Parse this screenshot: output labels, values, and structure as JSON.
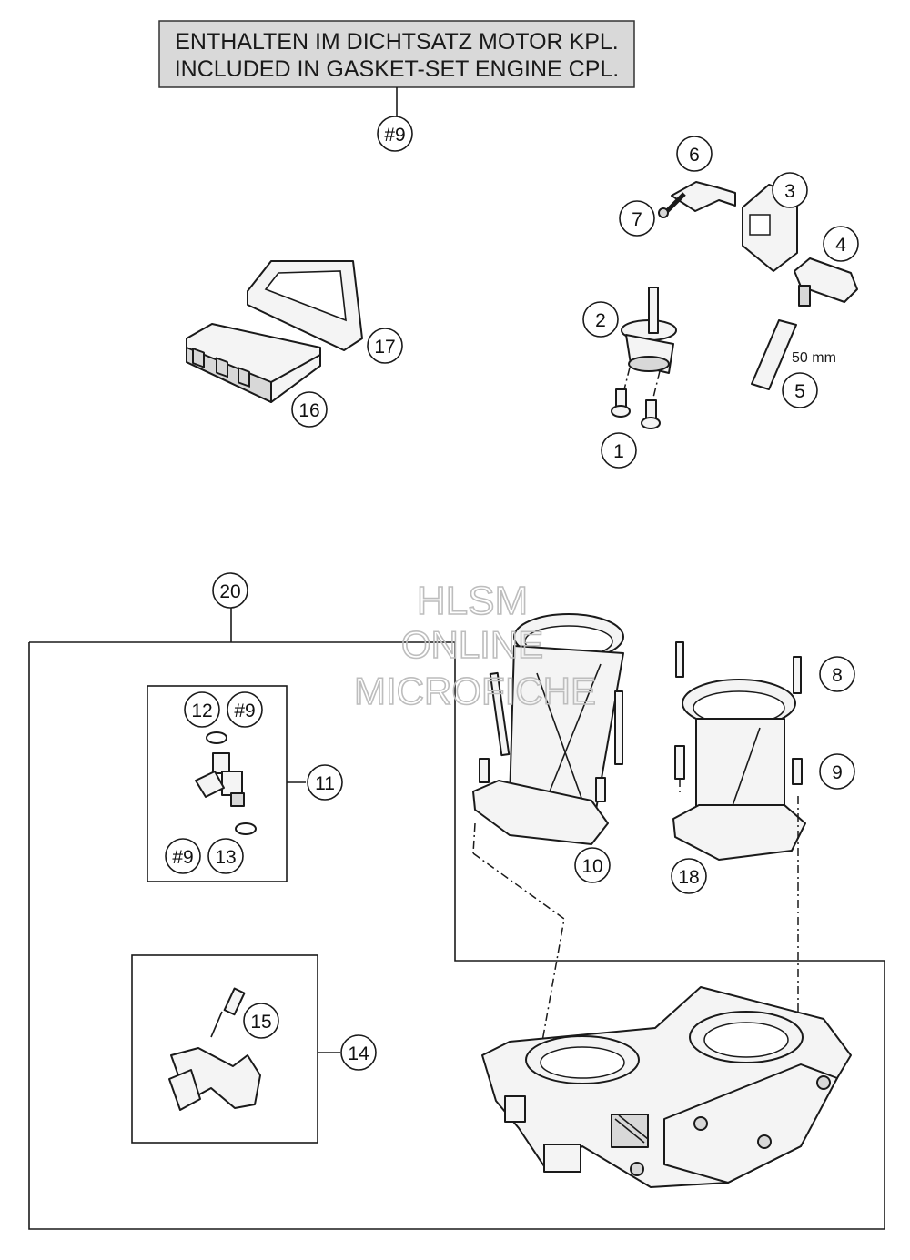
{
  "notice": {
    "line1": "ENTHALTEN IM DICHTSATZ MOTOR KPL.",
    "line2": "INCLUDED IN GASKET-SET ENGINE CPL."
  },
  "callouts": {
    "c_notice": "#9",
    "c1": "1",
    "c2": "2",
    "c3": "3",
    "c4": "4",
    "c5": "5",
    "c6": "6",
    "c7": "7",
    "c8": "8",
    "c9": "9",
    "c10": "10",
    "c11": "11",
    "c12": "12",
    "c12b": "#9",
    "c13": "13",
    "c13b": "#9",
    "c14": "14",
    "c15": "15",
    "c16": "16",
    "c17": "17",
    "c18": "18",
    "c20": "20"
  },
  "dimension_label": "50 mm",
  "watermark": {
    "line1": "HLSM",
    "line2": "ONLINE",
    "line3": "MICROFICHE"
  },
  "colors": {
    "stroke": "#1a1a1a",
    "part_fill": "#f4f4f4",
    "notice_bg": "#d9d9d9",
    "watermark": "#bdbdbd"
  }
}
